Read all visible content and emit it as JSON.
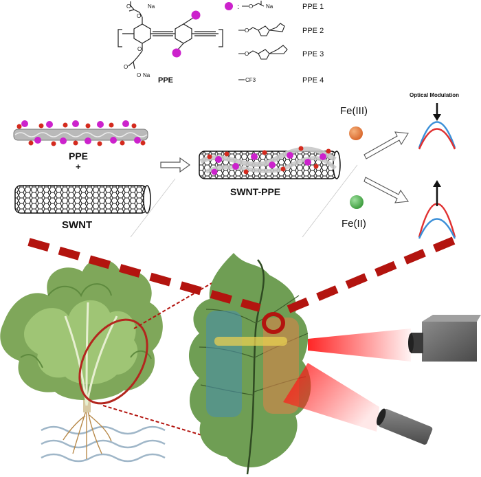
{
  "structure": {
    "counterion_top": "Na",
    "counterion_bottom": "Na",
    "polymer_label": "PPE",
    "legend_equal": ":",
    "legend_item1_counterion": "Na",
    "legend_item4_group": "CF3",
    "legend_items": [
      "PPE 1",
      "PPE 2",
      "PPE 3",
      "PPE 4"
    ]
  },
  "assembly": {
    "ppe_label": "PPE",
    "plus": "+",
    "swnt_label": "SWNT",
    "complex_label": "SWNT-PPE"
  },
  "ions": {
    "fe3_label": "Fe(III)",
    "fe2_label": "Fe(II)"
  },
  "spectra": {
    "title": "Optical Modulation"
  },
  "colors": {
    "magenta": "#cc22cc",
    "oxygen_red": "#d42a1e",
    "fe3_orange": "#e07a3a",
    "fe2_green": "#4caf50",
    "dashed_red": "#b3140f",
    "spectrum_red": "#e03030",
    "spectrum_blue": "#3a8fd8"
  }
}
